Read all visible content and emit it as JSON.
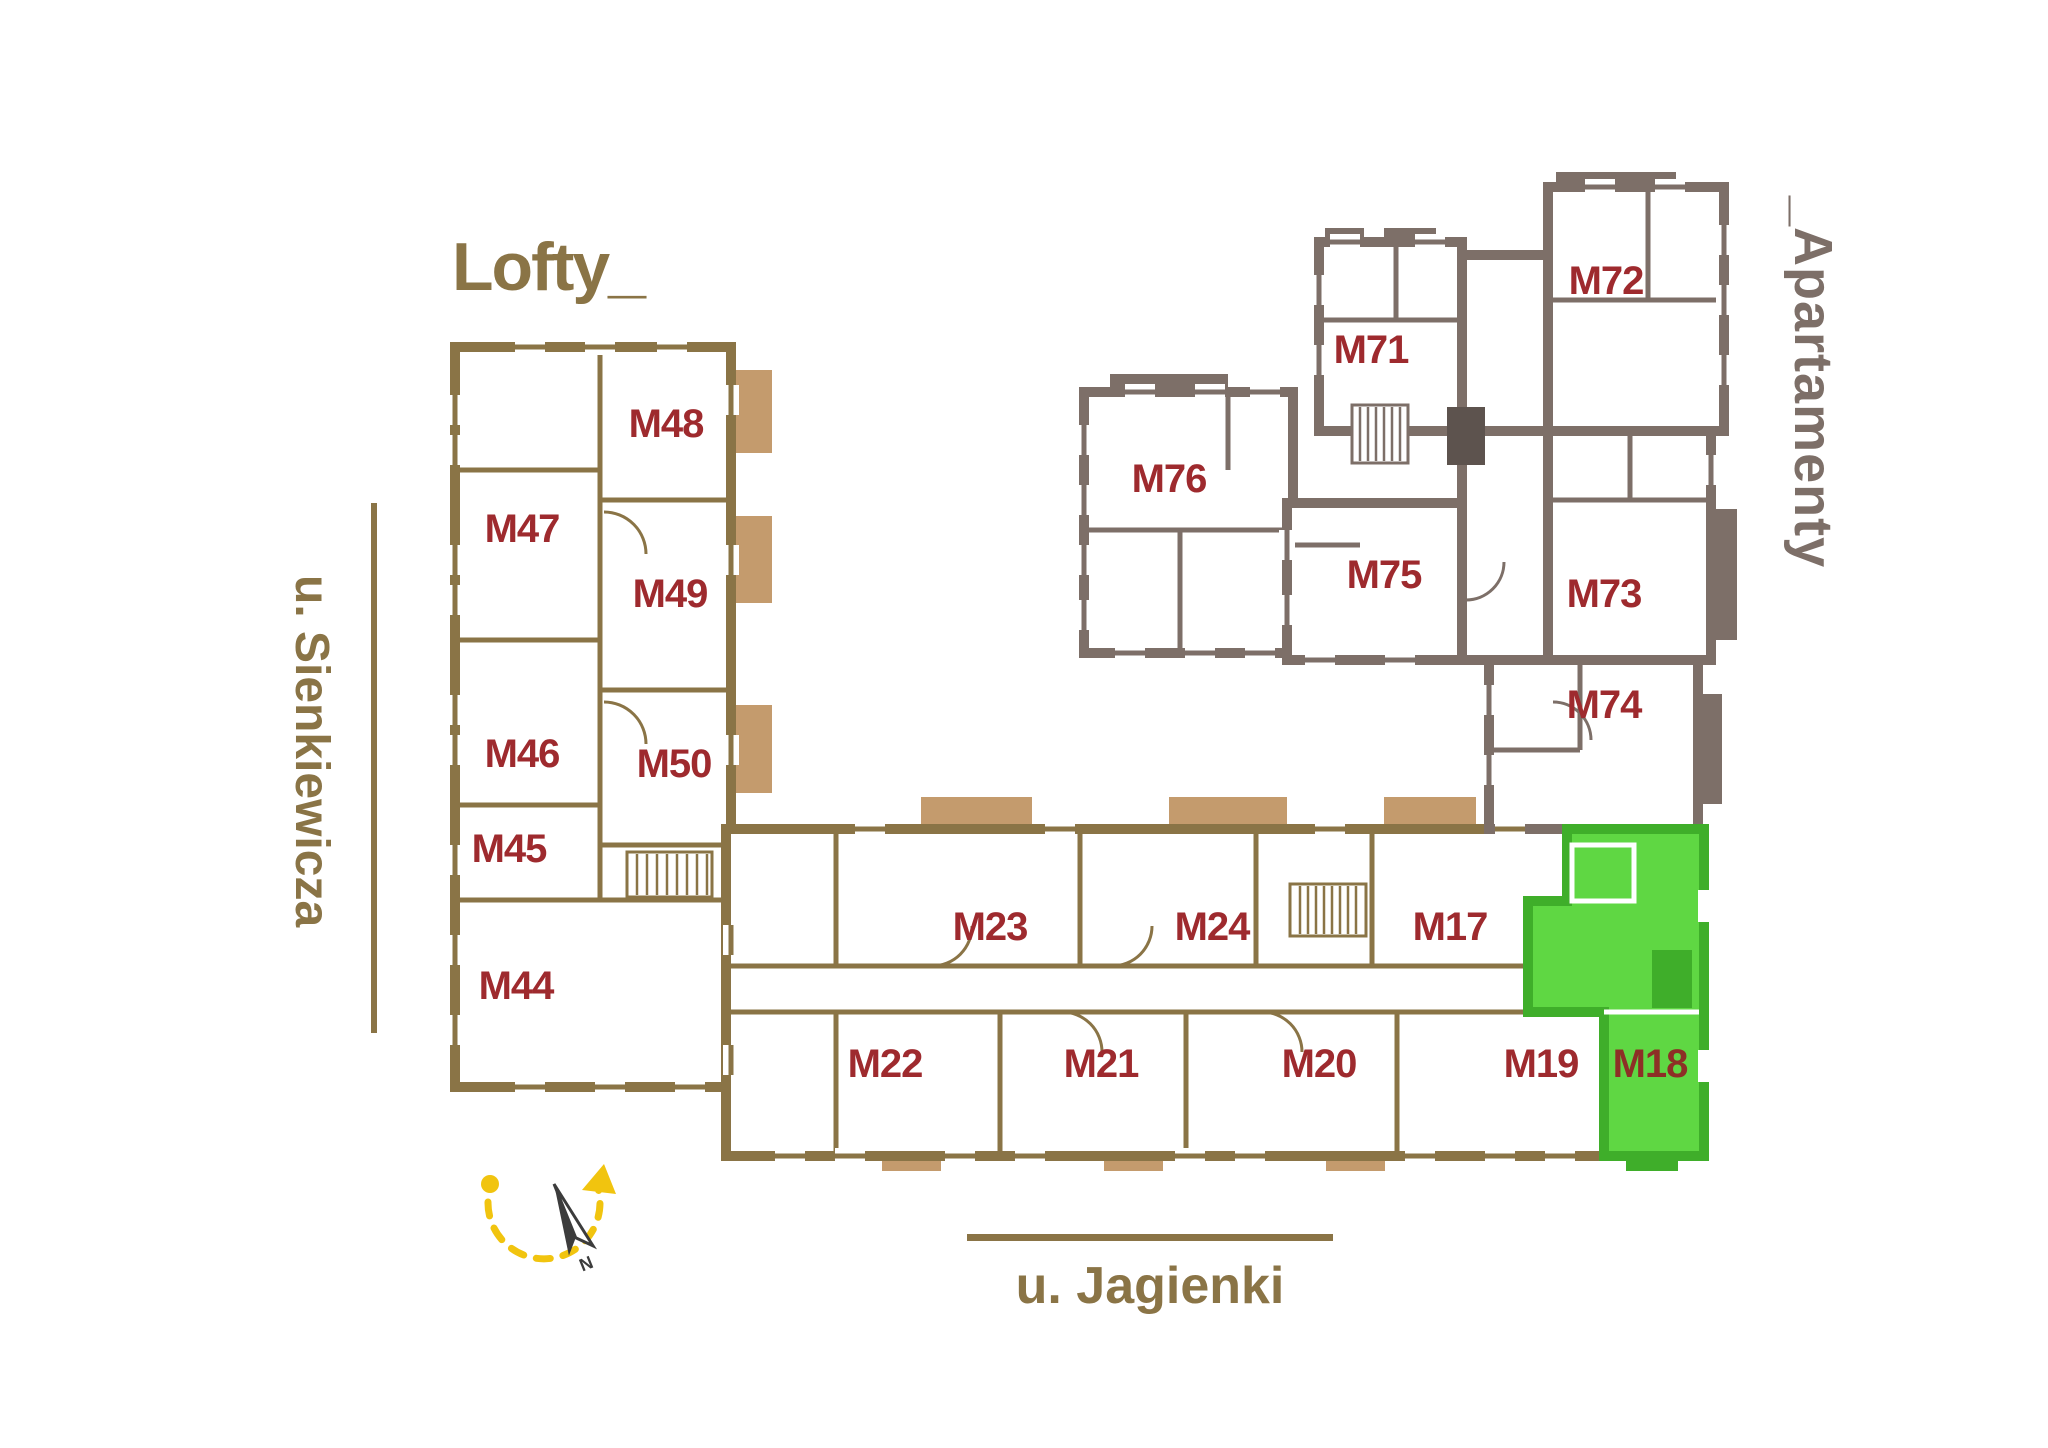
{
  "titles": {
    "lofty": "Lofty_",
    "apartamenty": "_Apartamenty"
  },
  "streets": {
    "left": "u. Sienkiewicza",
    "bottom": "u. Jagienki"
  },
  "compass": {
    "north": "N"
  },
  "selected_unit": "M18",
  "buildings": {
    "lofty": {
      "units": [
        {
          "id": "M48"
        },
        {
          "id": "M47"
        },
        {
          "id": "M49"
        },
        {
          "id": "M46"
        },
        {
          "id": "M50"
        },
        {
          "id": "M45"
        },
        {
          "id": "M44"
        }
      ]
    },
    "jagienki_wing": {
      "top_row": [
        {
          "id": "M23"
        },
        {
          "id": "M24"
        },
        {
          "id": "M17"
        }
      ],
      "bottom_row": [
        {
          "id": "M22"
        },
        {
          "id": "M21"
        },
        {
          "id": "M20"
        },
        {
          "id": "M19"
        },
        {
          "id": "M18",
          "highlighted": true
        }
      ]
    },
    "apartamenty": {
      "units": [
        {
          "id": "M71"
        },
        {
          "id": "M72"
        },
        {
          "id": "M76"
        },
        {
          "id": "M75"
        },
        {
          "id": "M73"
        },
        {
          "id": "M74"
        }
      ]
    }
  },
  "colors": {
    "lofty_walls": "#8a7446",
    "apartamenty_walls": "#7d6f68",
    "balcony": "#c49b6d",
    "unit_label": "#9e2a2e",
    "highlight_fill": "#5fd743",
    "highlight_dark": "#3fae2a",
    "compass_yellow": "#f1c40f",
    "background": "#ffffff"
  }
}
